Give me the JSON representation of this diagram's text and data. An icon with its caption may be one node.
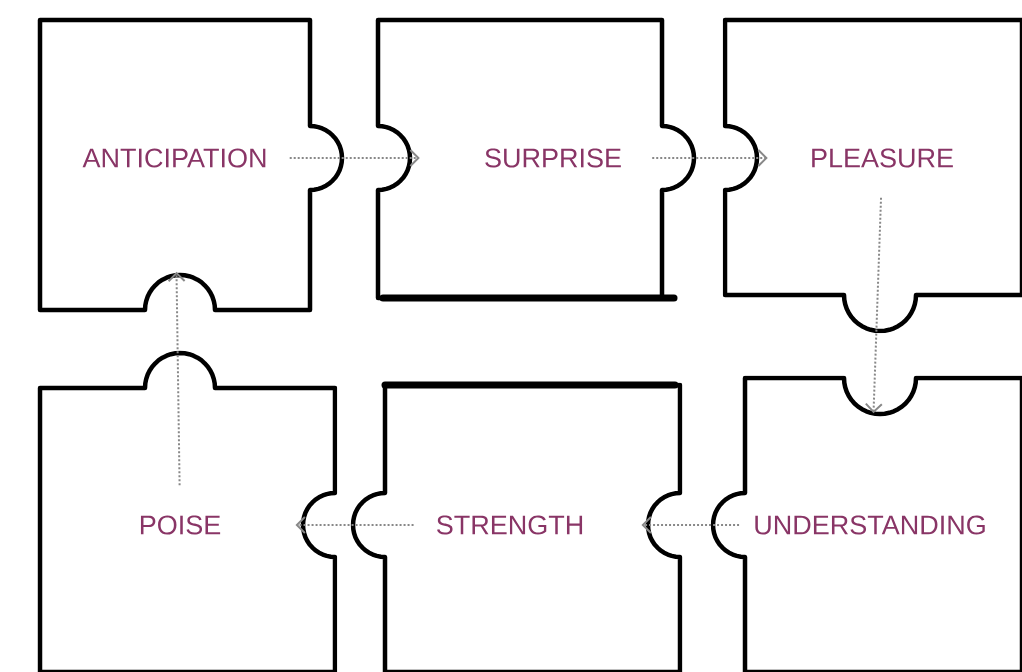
{
  "diagram": {
    "nodes": [
      {
        "text": [
          "ANTICIPATION"
        ]
      },
      {
        "text": [
          "SURPRISE"
        ]
      },
      {
        "text": [
          "PLEASURE"
        ]
      },
      {
        "text": [
          "POISE"
        ]
      },
      {
        "text": [
          "STRENGTH"
        ]
      },
      {
        "text": [
          "UNDERSTANDING"
        ]
      }
    ],
    "edges": [
      {
        "from": 0,
        "to": 1,
        "arrow": "to"
      },
      {
        "from": 1,
        "to": 2,
        "arrow": "to"
      },
      {
        "from": 2,
        "to": 5,
        "arrow": "to"
      },
      {
        "from": 5,
        "to": 4,
        "arrow": "to"
      },
      {
        "from": 4,
        "to": 3,
        "arrow": "to"
      },
      {
        "from": 3,
        "to": 0,
        "arrow": "to"
      }
    ]
  }
}
